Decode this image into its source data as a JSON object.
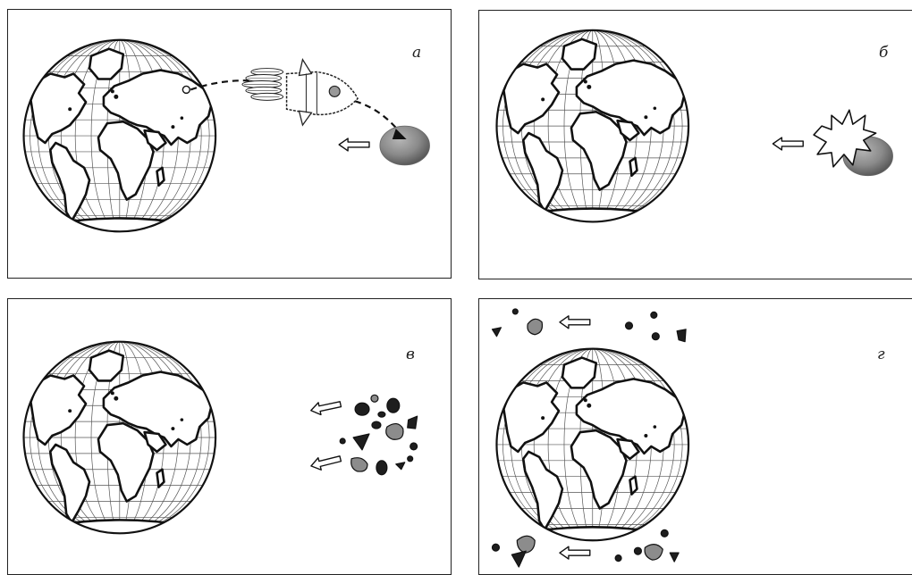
{
  "panels": [
    {
      "id": "a",
      "label": "а"
    },
    {
      "id": "b",
      "label": "б"
    },
    {
      "id": "c",
      "label": "в"
    },
    {
      "id": "d",
      "label": "г"
    }
  ],
  "colors": {
    "outline": "#1a1a1a",
    "grid": "#555555",
    "land": "#ffffff",
    "asteroid": "#8a8a8a",
    "fragment_dark": "#1e1e1e",
    "fragment_gray": "#8c8c8c"
  },
  "icons": [
    "globe-icon",
    "rocket-icon",
    "asteroid-icon",
    "explosion-icon",
    "left-arrow-icon",
    "fragment-icon"
  ]
}
